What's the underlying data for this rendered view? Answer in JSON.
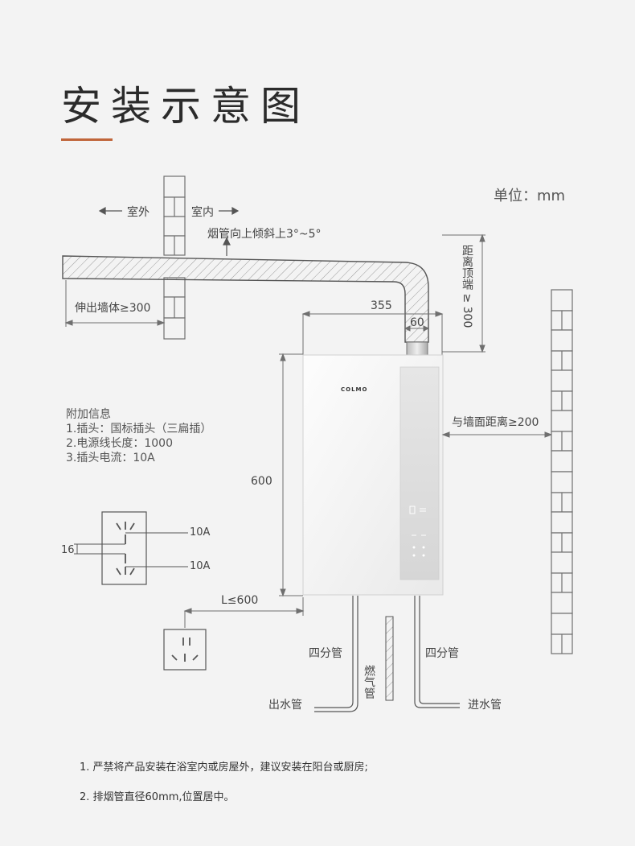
{
  "title": "安装示意图",
  "unit": "单位：mm",
  "labels": {
    "outdoor": "室外",
    "indoor": "室内",
    "flue_tilt": "烟管向上倾斜上3°~5°",
    "protrude_wall": "伸出墙体≥300",
    "width_355": "355",
    "pipe_60": "60",
    "top_distance": "距离顶端 ≥ 300",
    "wall_distance": "与墙面距离≥200",
    "height_600": "600",
    "cable_len": "L≤600",
    "quarter_pipe_left": "四分管",
    "quarter_pipe_right": "四分管",
    "gas_pipe": "燃气管",
    "outlet_pipe": "出水管",
    "inlet_pipe": "进水管",
    "brand": "COLMO",
    "socket_10a_top": "10A",
    "socket_10a_bottom": "10A",
    "socket_16": "16"
  },
  "extra_info": {
    "heading": "附加信息",
    "items": [
      "1.插头：国标插头（三扁插）",
      "2.电源线长度：1000",
      "3.插头电流：10A"
    ]
  },
  "notes": [
    "1. 严禁将产品安装在浴室内或房屋外，建议安装在阳台或厨房;",
    "2. 排烟管直径60mm,位置居中。"
  ],
  "colors": {
    "accent": "#c0653a",
    "line": "#6f6f6f",
    "background": "#f3f3f3"
  }
}
